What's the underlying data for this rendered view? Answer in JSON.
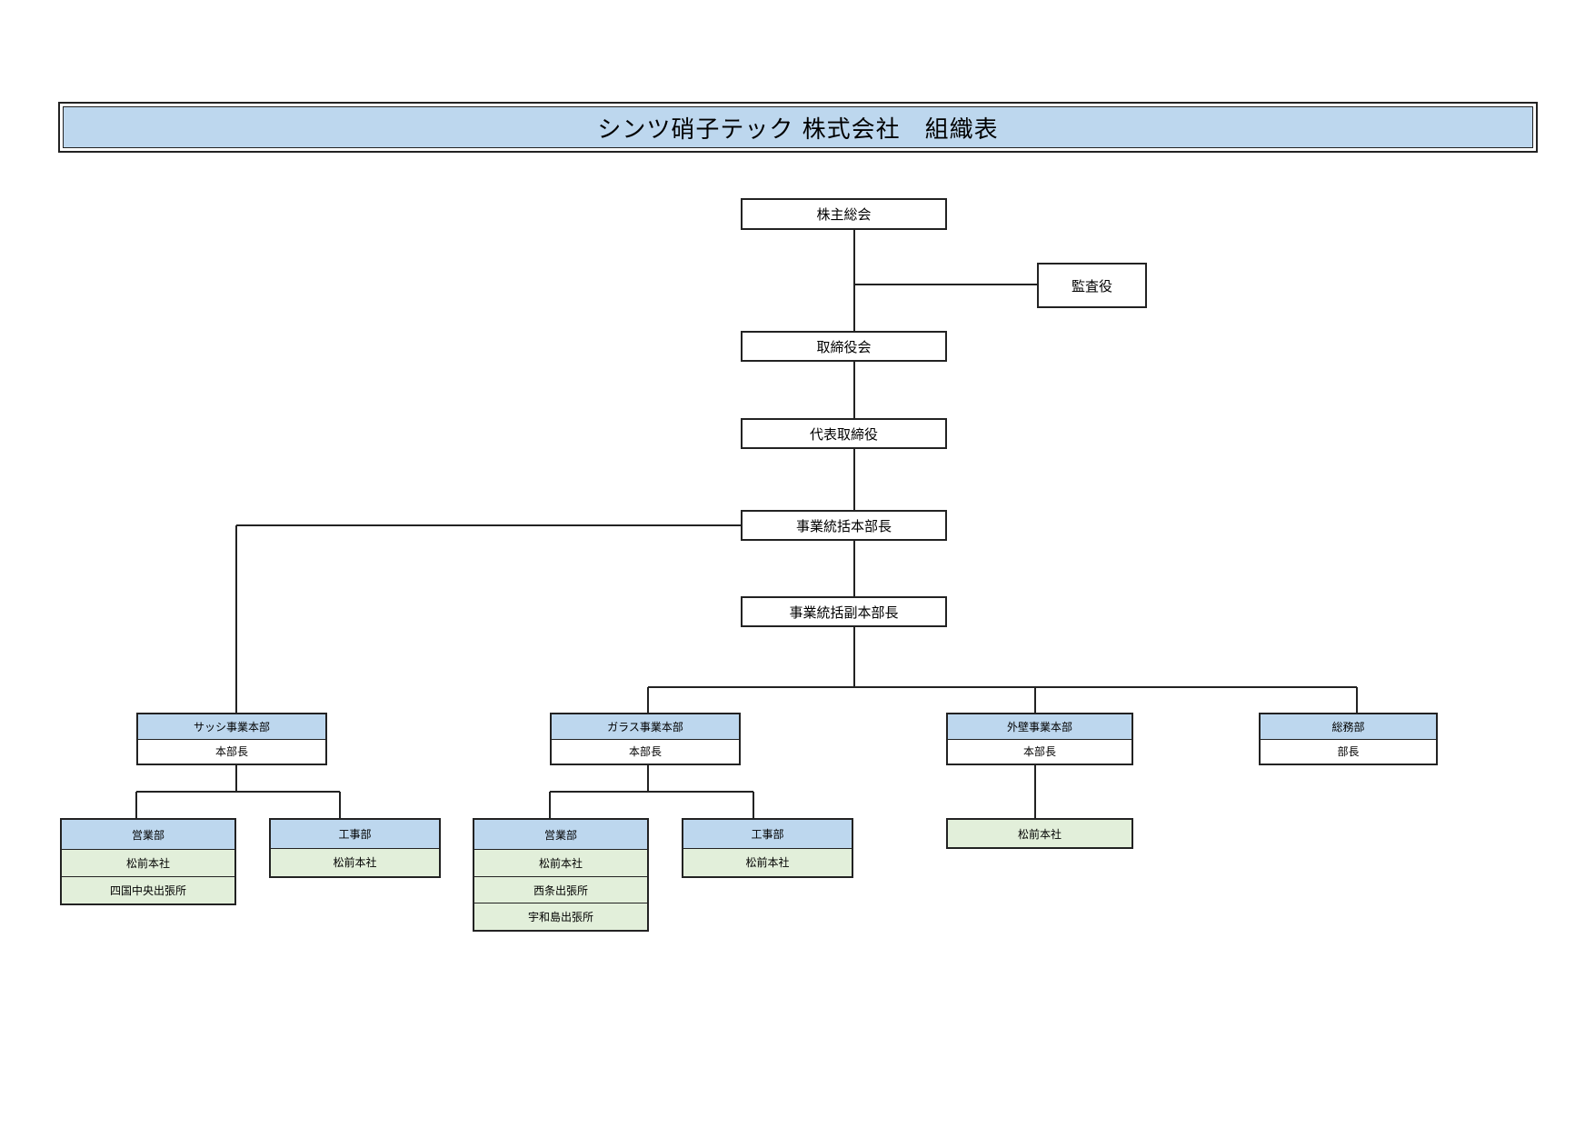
{
  "title": "シンツ硝子テック 株式会社　組織表",
  "colors": {
    "header": "#bdd7ee",
    "location": "#e2efda",
    "line": "#222222"
  },
  "top_chain": {
    "shareholders": "株主総会",
    "auditor": "監査役",
    "board": "取締役会",
    "ceo": "代表取締役",
    "general_manager": "事業統括本部長",
    "deputy_manager": "事業統括副本部長"
  },
  "divisions": {
    "sash": {
      "name": "サッシ事業本部",
      "head": "本部長"
    },
    "glass": {
      "name": "ガラス事業本部",
      "head": "本部長"
    },
    "exterior": {
      "name": "外壁事業本部",
      "head": "本部長",
      "location": "松前本社"
    },
    "general_affairs": {
      "name": "総務部",
      "head": "部長"
    }
  },
  "sash_sales": {
    "name": "営業部",
    "locations": [
      "松前本社",
      "四国中央出張所"
    ]
  },
  "sash_construction": {
    "name": "工事部",
    "locations": [
      "松前本社"
    ]
  },
  "glass_sales": {
    "name": "営業部",
    "locations": [
      "松前本社",
      "西条出張所",
      "宇和島出張所"
    ]
  },
  "glass_construction": {
    "name": "工事部",
    "locations": [
      "松前本社"
    ]
  }
}
